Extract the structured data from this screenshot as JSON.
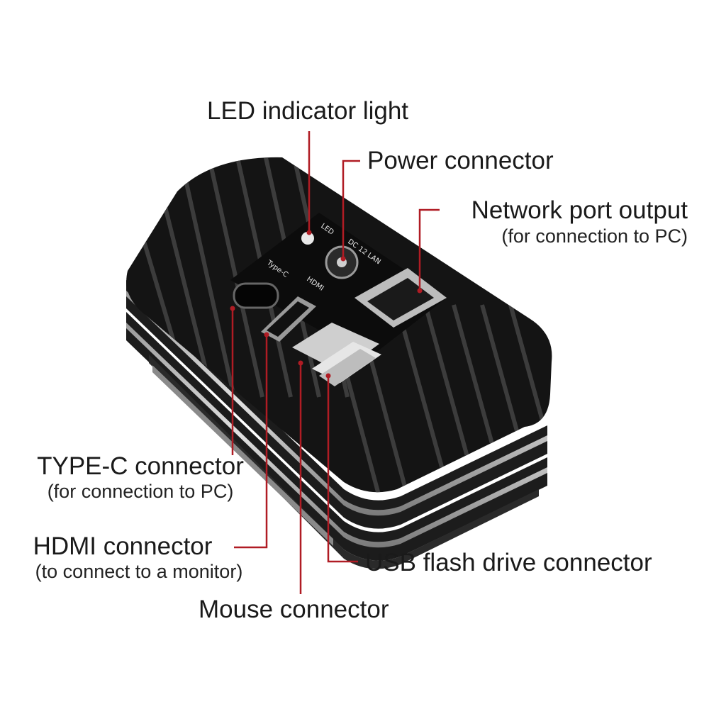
{
  "labels": {
    "led": "LED indicator light",
    "power": "Power connector",
    "network": "Network port output",
    "network_sub": "(for connection to PC)",
    "typec": "TYPE-C connector",
    "typec_sub": "(for connection to PC)",
    "hdmi": "HDMI connector",
    "hdmi_sub": "(to connect to a monitor)",
    "usb": "USB flash drive connector",
    "mouse": "Mouse connector"
  },
  "device_markings": {
    "led": "LED",
    "dc": "DC 12 LAN",
    "typec": "Type-C",
    "hdmi": "HDMI"
  },
  "colors": {
    "leader": "#b01c24",
    "body": "#161616",
    "fin_edge": "#3a3a3a",
    "metal": "#c8c8c8",
    "text": "#1a1a1a"
  }
}
